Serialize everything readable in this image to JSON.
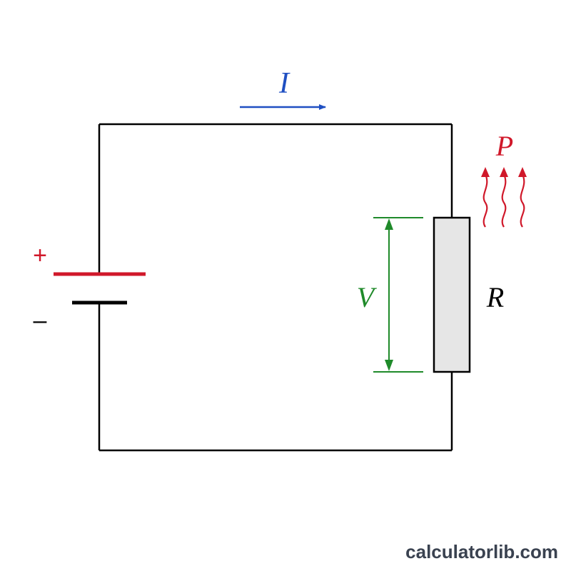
{
  "diagram": {
    "labels": {
      "current": "I",
      "power": "P",
      "voltage": "V",
      "resistance": "R",
      "battery_plus": "+",
      "battery_minus": "–"
    },
    "colors": {
      "wire": "#000000",
      "current": "#1f4fc2",
      "power": "#d0182a",
      "voltage": "#1f8a2a",
      "battery_positive": "#d0182a",
      "battery_negative": "#000000",
      "resistor_fill": "#e6e6e6",
      "watermark": "#3a4250"
    }
  },
  "watermark": {
    "text": "calculatorlib.com"
  }
}
